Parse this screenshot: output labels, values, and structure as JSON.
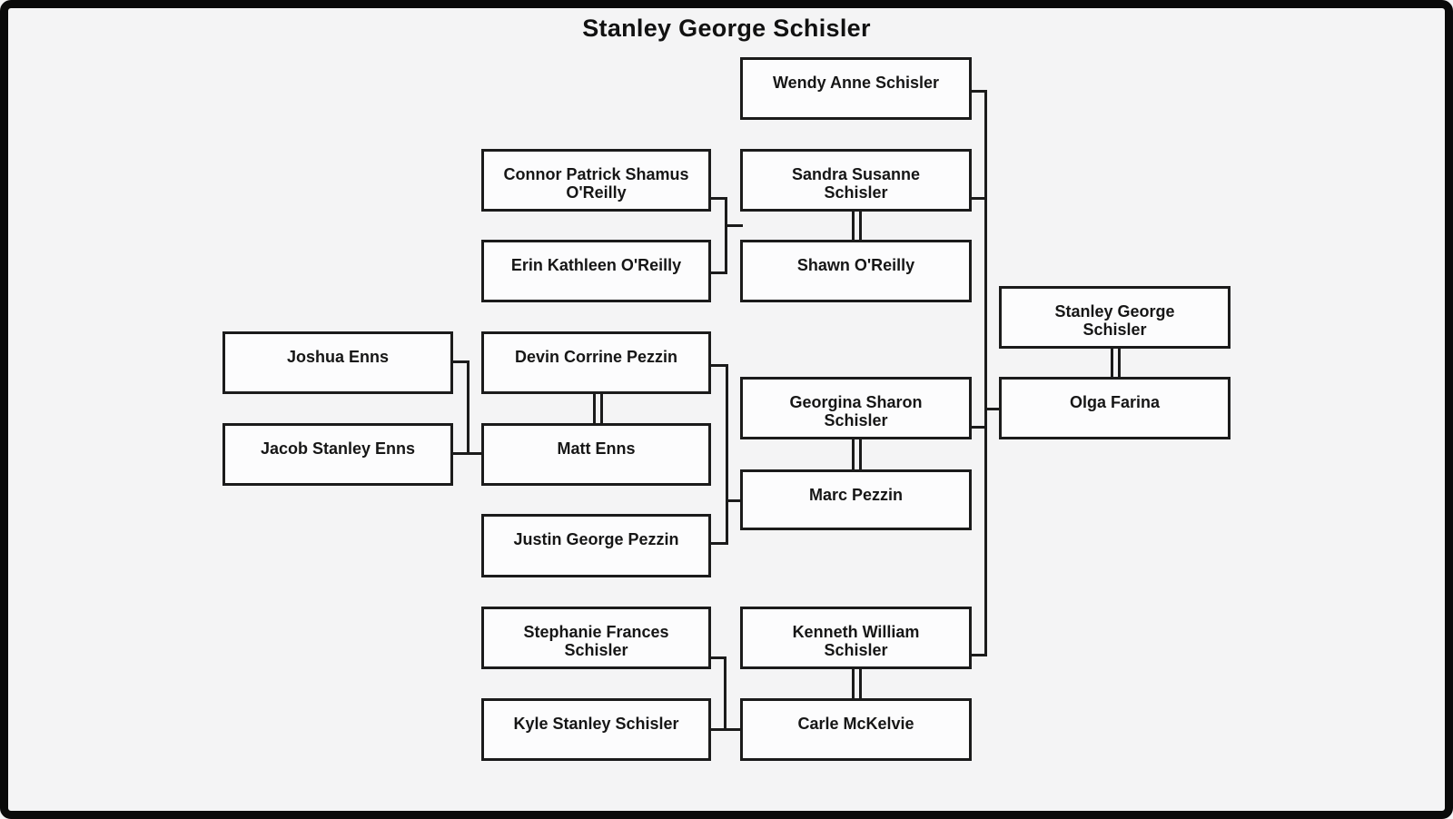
{
  "title": "Stanley George Schisler",
  "colors": {
    "background": "#f4f4f5",
    "box_fill": "#fcfcfd",
    "line": "#1b1b1b",
    "frame": "#0a0a0a",
    "text": "#161616"
  },
  "people": {
    "wendy": {
      "name": "Wendy Anne Schisler",
      "lines": [
        "Wendy Anne Schisler"
      ]
    },
    "connor": {
      "name": "Connor Patrick Shamus O'Reilly",
      "lines": [
        "Connor Patrick Shamus",
        "O'Reilly"
      ]
    },
    "sandra": {
      "name": "Sandra Susanne Schisler",
      "lines": [
        "Sandra Susanne",
        "Schisler"
      ]
    },
    "erin": {
      "name": "Erin Kathleen O'Reilly",
      "lines": [
        "Erin Kathleen O'Reilly"
      ]
    },
    "shawn": {
      "name": "Shawn O'Reilly",
      "lines": [
        "Shawn O'Reilly"
      ]
    },
    "stanley": {
      "name": "Stanley George Schisler",
      "lines": [
        "Stanley George",
        "Schisler"
      ]
    },
    "joshua": {
      "name": "Joshua Enns",
      "lines": [
        "Joshua Enns"
      ]
    },
    "devin": {
      "name": "Devin Corrine Pezzin",
      "lines": [
        "Devin Corrine Pezzin"
      ]
    },
    "georgina": {
      "name": "Georgina Sharon Schisler",
      "lines": [
        "Georgina Sharon",
        "Schisler"
      ]
    },
    "olga": {
      "name": "Olga Farina",
      "lines": [
        "Olga Farina"
      ]
    },
    "jacob": {
      "name": "Jacob Stanley Enns",
      "lines": [
        "Jacob Stanley Enns"
      ]
    },
    "matt": {
      "name": "Matt Enns",
      "lines": [
        "Matt Enns"
      ]
    },
    "marc": {
      "name": "Marc Pezzin",
      "lines": [
        "Marc Pezzin"
      ]
    },
    "justin": {
      "name": "Justin George Pezzin",
      "lines": [
        "Justin George Pezzin"
      ]
    },
    "stephanie": {
      "name": "Stephanie Frances Schisler",
      "lines": [
        "Stephanie Frances",
        "Schisler"
      ]
    },
    "kenneth": {
      "name": "Kenneth William Schisler",
      "lines": [
        "Kenneth William",
        "Schisler"
      ]
    },
    "kyle": {
      "name": "Kyle Stanley Schisler",
      "lines": [
        "Kyle Stanley Schisler"
      ]
    },
    "carle": {
      "name": "Carle McKelvie",
      "lines": [
        "Carle McKelvie"
      ]
    }
  },
  "families": [
    {
      "parents": [
        "stanley",
        "olga"
      ],
      "children": [
        "wendy",
        "sandra",
        "georgina",
        "kenneth"
      ]
    },
    {
      "parents": [
        "sandra",
        "shawn"
      ],
      "children": [
        "connor",
        "erin"
      ]
    },
    {
      "parents": [
        "georgina",
        "marc"
      ],
      "children": [
        "devin",
        "justin"
      ]
    },
    {
      "parents": [
        "devin",
        "matt"
      ],
      "children": [
        "joshua",
        "jacob"
      ]
    },
    {
      "parents": [
        "kenneth",
        "carle"
      ],
      "children": [
        "stephanie",
        "kyle"
      ]
    }
  ]
}
